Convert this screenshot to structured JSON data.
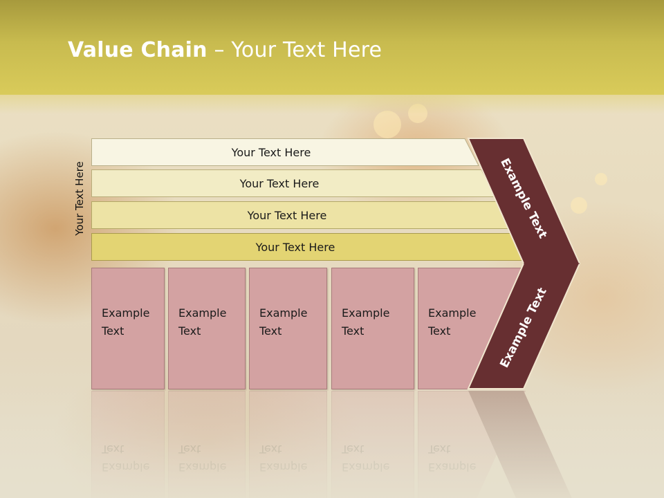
{
  "slide": {
    "title_bold": "Value Chain",
    "title_rest": " – Your Text Here",
    "side_label": "Your Text Here"
  },
  "tiers": [
    {
      "label": "Your Text Here"
    },
    {
      "label": "Your Text Here"
    },
    {
      "label": "Your Text Here"
    },
    {
      "label": "Your Text Here"
    }
  ],
  "boxes": [
    {
      "line1": "Example",
      "line2": "Text"
    },
    {
      "line1": "Example",
      "line2": "Text"
    },
    {
      "line1": "Example",
      "line2": "Text"
    },
    {
      "line1": "Example",
      "line2": "Text"
    },
    {
      "line1": "Example",
      "line2": "Text"
    }
  ],
  "chevron": {
    "upper_label": "Example Text",
    "lower_label": "Example Text"
  },
  "colors": {
    "title_band": "#c8bb4f",
    "chevron": "#672f31",
    "boxes": "#d3a2a2",
    "tier_1": "#f8f5e3",
    "tier_2": "#f2ecc5",
    "tier_3": "#ede3a5",
    "tier_4": "#e3d473"
  }
}
